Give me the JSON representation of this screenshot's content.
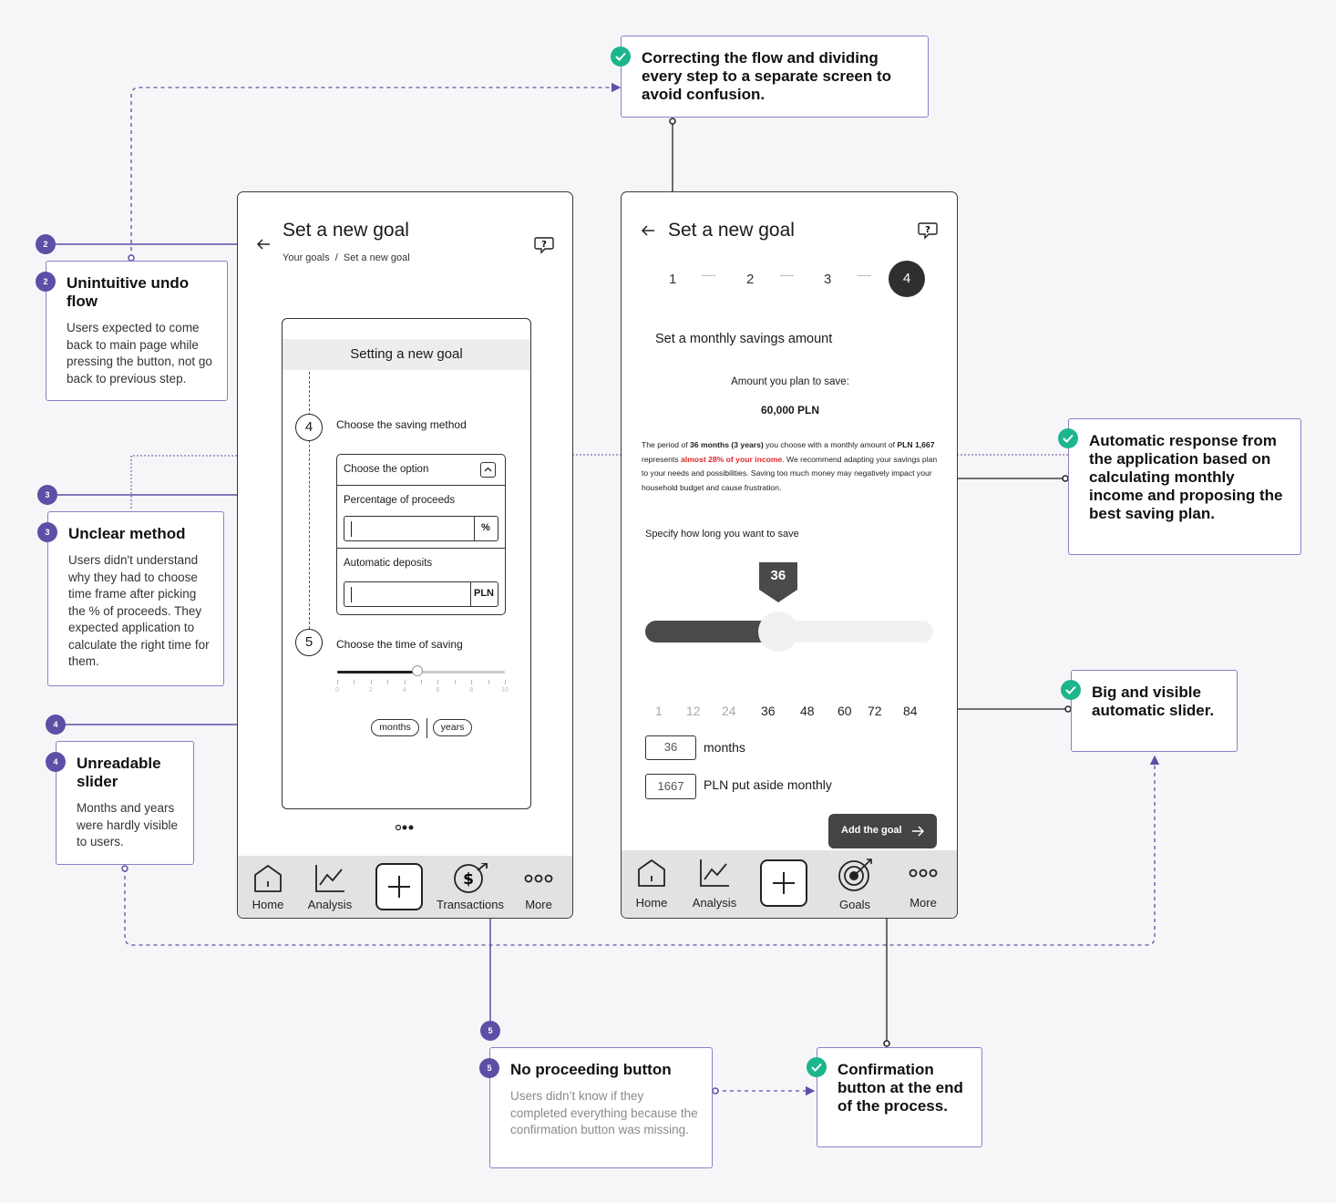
{
  "colors": {
    "purple": "#5c4fa6",
    "green": "#1db58c",
    "red": "#e0262c",
    "dark": "#2f2f2f"
  },
  "notes": {
    "n_top": {
      "title": "Correcting the flow and dividing every step to a separate screen to avoid confusion."
    },
    "n2": {
      "badge": "2",
      "title": "Unintuitive undo flow",
      "body": "Users expected to come back to main page while pressing the button, not go back to previous step."
    },
    "n3": {
      "badge": "3",
      "title": "Unclear method",
      "body": "Users didn't understand why they had to choose time frame after picking the % of proceeds. They expected application to calculate the right time for them."
    },
    "n4": {
      "badge": "4",
      "title": "Unreadable slider",
      "body": "Months and years were hardly visible to users."
    },
    "n5": {
      "badge": "5",
      "title": "No proceeding button",
      "body": "Users didn’t know if they completed everything because the confirmation button was missing."
    },
    "n_auto": {
      "title": "Automatic response from the application based on calculating monthly income and proposing the best saving plan."
    },
    "n_slider": {
      "title": "Big and visible automatic slider."
    },
    "n_confirm": {
      "title": "Confirmation button at the end of the process."
    }
  },
  "left_phone": {
    "title": "Set a new goal",
    "breadcrumb": "Your goals  /  Set a new goal",
    "card_title": "Setting a new goal",
    "step4_num": "4",
    "step4_label": "Choose the saving method",
    "dropdown_label": "Choose the option",
    "opt1_label": "Percentage of proceeds",
    "opt1_unit": "%",
    "opt2_label": "Automatic deposits",
    "opt2_unit": "PLN",
    "step5_num": "5",
    "step5_label": "Choose the time of saving",
    "slider_ticks": [
      "0",
      "2",
      "4",
      "6",
      "8",
      "10"
    ],
    "slider_value": 0.48,
    "toggle_months": "months",
    "toggle_years": "years",
    "nav": [
      "Home",
      "Analysis",
      "",
      "Transactions",
      "More"
    ]
  },
  "right_phone": {
    "title": "Set a new goal",
    "steps": [
      "1",
      "2",
      "3",
      "4"
    ],
    "step_sep": "-----",
    "section_title": "Set a monthly savings amount",
    "amount_label": "Amount you plan to save:",
    "amount_value": "60,000 PLN",
    "para": {
      "p1": "The period of ",
      "p2": "36 months (3 years)",
      "p3": " you choose with a monthly amount of ",
      "p4": "PLN 1,667",
      "p5": " represents ",
      "p6": "almost 28% of your income",
      "p7": ". We recommend adapting your savings plan to your needs and possibilities. Saving too much money may negatively impact your household budget and cause frustration."
    },
    "specify_label": "Specify how long you want to save",
    "slider_bubble": "36",
    "slider_value": 0.43,
    "scale": [
      "1",
      "12",
      "24",
      "36",
      "48",
      "60",
      "72",
      "84"
    ],
    "months_value": "36",
    "months_label": "months",
    "monthly_value": "1667",
    "monthly_label": "PLN put aside monthly",
    "add_button": "Add the goal",
    "nav": [
      "Home",
      "Analysis",
      "",
      "Goals",
      "More"
    ]
  }
}
